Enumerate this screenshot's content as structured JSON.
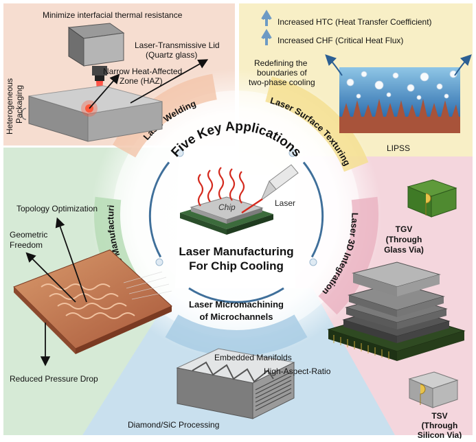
{
  "center": {
    "arc_title": "Five Key Applications",
    "chip_label": "Chip",
    "laser_label": "Laser",
    "title_line1": "Laser Manufacturing",
    "title_line2": "For Chip Cooling"
  },
  "welding": {
    "band_label": "Laser Welding",
    "caption_top": "Minimize interfacial thermal resistance",
    "lid_line1": "Laser-Transmissive Lid",
    "lid_line2": "(Quartz glass)",
    "haz_line1": "Narrow Heat-Affected",
    "haz_line2": "Zone (HAZ)",
    "pkg_line1": "Heterogeneous",
    "pkg_line2": "Packaging"
  },
  "texturing": {
    "band_label": "Laser Surface Texturing",
    "htc": "Increased HTC (Heat Transfer Coefficient)",
    "chf": "Increased CHF (Critical Heat Flux)",
    "redefine_line1": "Redefining the",
    "redefine_line2": "boundaries of",
    "redefine_line3": "two-phase cooling",
    "lipss": "LIPSS"
  },
  "integration": {
    "band_label": "Laser 3D Integration",
    "tgv_line1": "TGV",
    "tgv_line2": "(Through",
    "tgv_line3": "Glass Via)",
    "tsv_line1": "TSV",
    "tsv_line2": "(Through",
    "tsv_line3": "Silicon Via)"
  },
  "micromachining": {
    "band_line1": "Laser Micromachining",
    "band_line2": "of Microchannels",
    "manifolds": "Embedded Manifolds",
    "aspect": "High-Aspect-Ratio",
    "diamond": "Diamond/SiC Processing"
  },
  "additive": {
    "band_label": "Laser Additive Manufacturing",
    "topology": "Topology Optimization",
    "geo_line1": "Geometric",
    "geo_line2": "Freedom",
    "pressure": "Reduced Pressure Drop"
  },
  "colors": {
    "welding_bg": "#f6ddd0",
    "texturing_bg": "#f8efc6",
    "integration_bg": "#f4d6dd",
    "micromachining_bg": "#c9e0ee",
    "additive_bg": "#d6ead6",
    "arc_blue": "#3f6f9a",
    "laser_red": "#d42a1e"
  }
}
